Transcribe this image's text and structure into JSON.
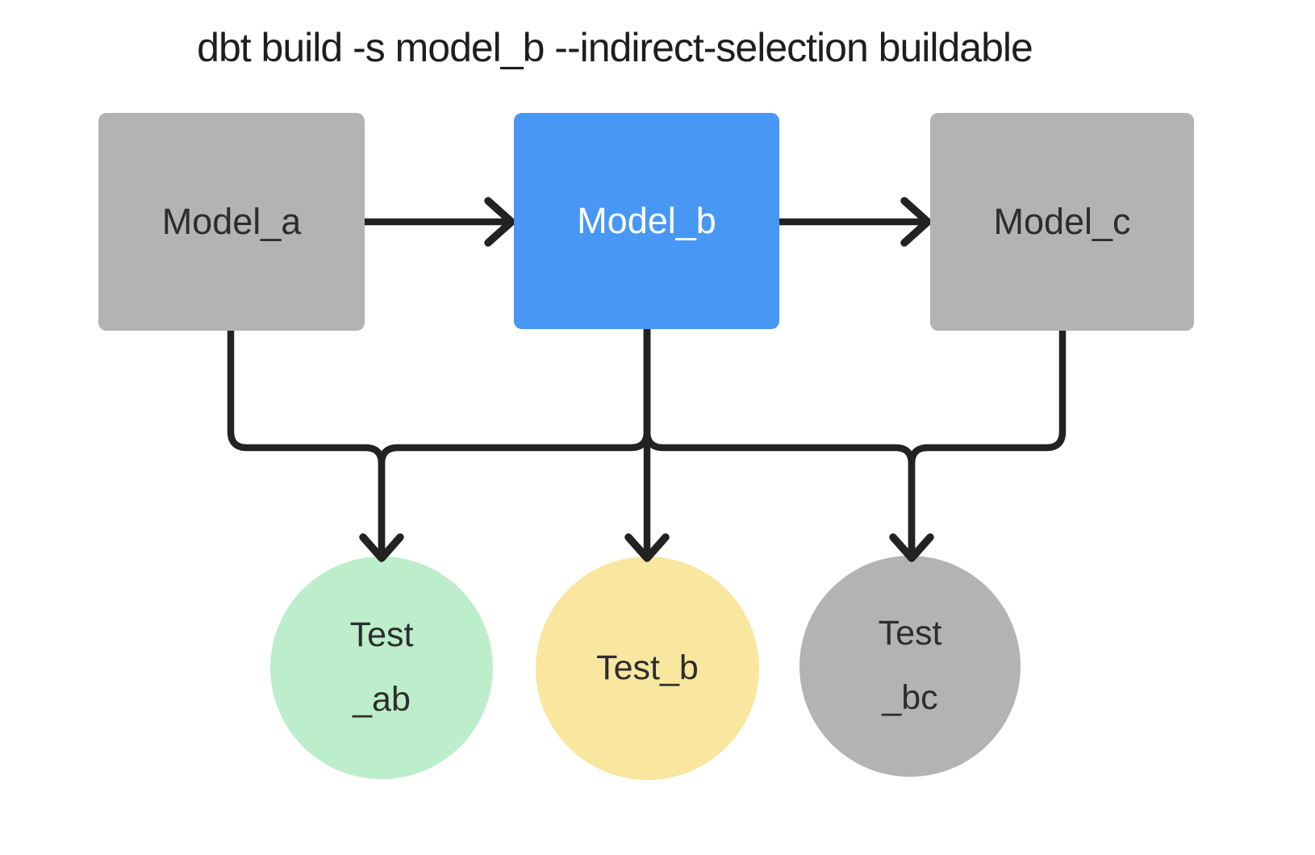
{
  "title": "dbt build -s model_b --indirect-selection buildable",
  "colors": {
    "model_default": "#b3b3b3",
    "model_selected": "#4997f5",
    "test_ab": "#bceecb",
    "test_b": "#f9e7a0",
    "test_bc": "#b3b3b3",
    "connector": "#222222"
  },
  "nodes": {
    "model_a": {
      "label": "Model_a"
    },
    "model_b": {
      "label": "Model_b"
    },
    "model_c": {
      "label": "Model_c"
    },
    "test_ab": {
      "line1": "Test",
      "line2": "_ab"
    },
    "test_b": {
      "line1": "Test_b",
      "line2": ""
    },
    "test_bc": {
      "line1": "Test",
      "line2": "_bc"
    }
  },
  "edges": [
    {
      "from": "model_a",
      "to": "model_b"
    },
    {
      "from": "model_b",
      "to": "model_c"
    },
    {
      "from": "model_a",
      "to": "test_ab"
    },
    {
      "from": "model_b",
      "to": "test_ab"
    },
    {
      "from": "model_b",
      "to": "test_b"
    },
    {
      "from": "model_b",
      "to": "test_bc"
    },
    {
      "from": "model_c",
      "to": "test_bc"
    }
  ]
}
